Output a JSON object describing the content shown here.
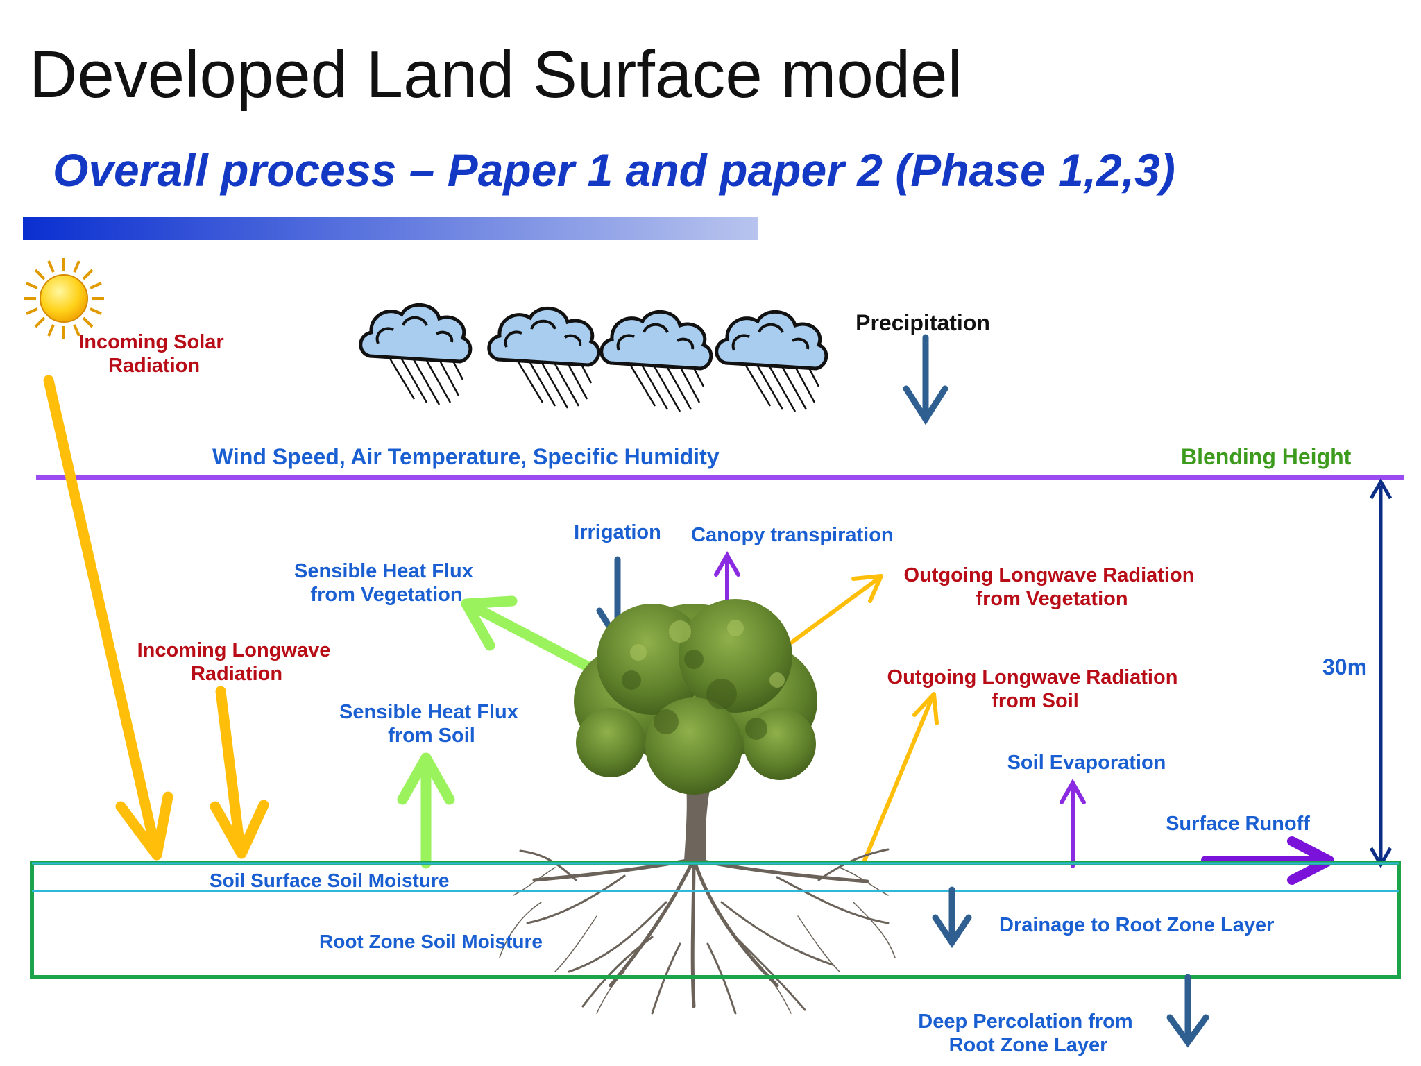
{
  "slide": {
    "title": "Developed Land Surface model",
    "subtitle": "Overall process – Paper 1 and paper 2 (Phase 1,2,3)"
  },
  "labels": {
    "incoming_solar": [
      "Incoming Solar",
      "Radiation"
    ],
    "precipitation": "Precipitation",
    "atmos_vars": "Wind Speed, Air Temperature, Specific Humidity",
    "blending_height": "Blending Height",
    "irrigation": "Irrigation",
    "canopy_transpiration": "Canopy transpiration",
    "sensible_heat_veg": [
      "Sensible Heat Flux",
      "from Vegetation"
    ],
    "outgoing_lw_veg": [
      "Outgoing Longwave Radiation",
      "from Vegetation"
    ],
    "incoming_longwave": [
      "Incoming Longwave",
      "Radiation"
    ],
    "height_30m": "30m",
    "outgoing_lw_soil": [
      "Outgoing Longwave Radiation",
      "from Soil"
    ],
    "sensible_heat_soil": [
      "Sensible Heat Flux",
      "from Soil"
    ],
    "soil_evaporation": "Soil Evaporation",
    "surface_runoff": "Surface Runoff",
    "soil_surface_moisture": "Soil Surface Soil Moisture",
    "root_zone_moisture": "Root Zone Soil Moisture",
    "drainage": "Drainage to Root Zone Layer",
    "deep_percolation": [
      "Deep Percolation from",
      "Root Zone Layer"
    ]
  },
  "colors": {
    "solar_arrow": "#ffbe0a",
    "sensible_heat_arrow": "#9af25c",
    "water_arrow": "#2f5f91",
    "transpiration_arrow": "#8a2be2",
    "runoff_arrow": "#7a12d9",
    "blending_line": "#9a4cf0",
    "height_arrow": "#0d2e86",
    "soil_box": "#1ca44a",
    "surface_layer": "#2fb8d8",
    "title_bar_start": "#0a2fd0",
    "title_bar_end": "#b8c4ee"
  },
  "icons": [
    "sun-icon",
    "rain-cloud-icon",
    "tree-icon"
  ]
}
